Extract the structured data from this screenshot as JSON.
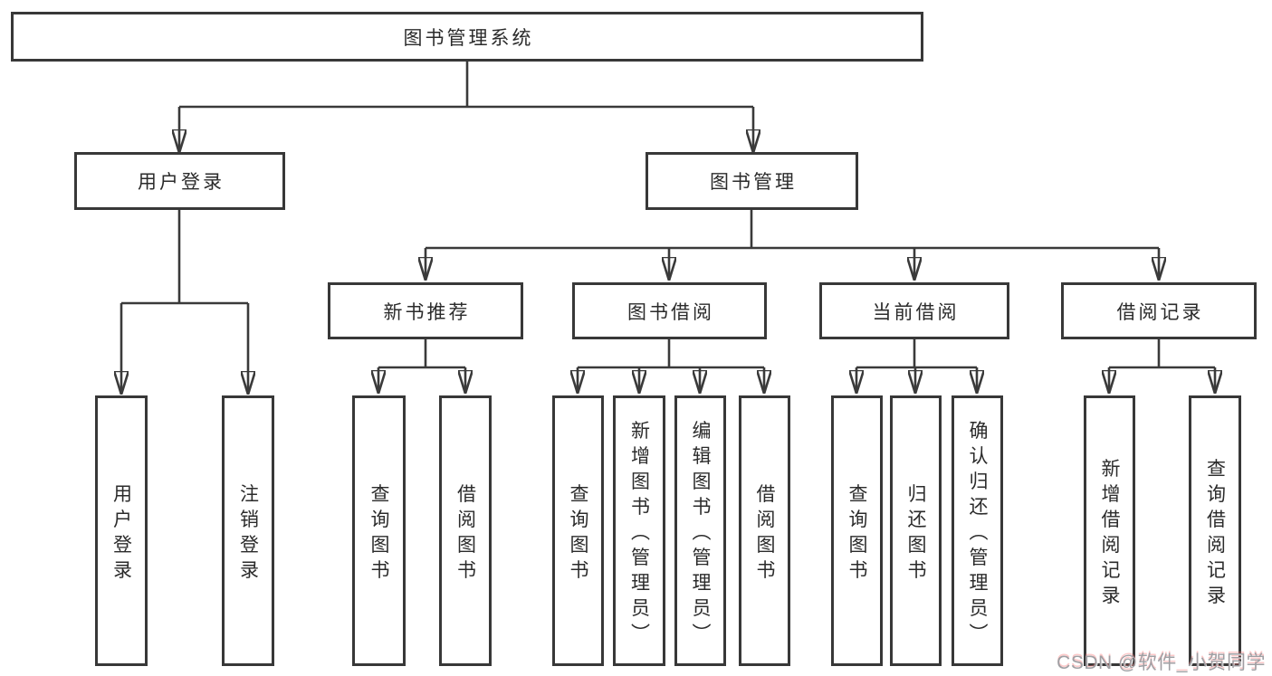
{
  "tree": {
    "root": "图书管理系统",
    "login": {
      "label": "用户登录",
      "children": [
        "用户登录",
        "注销登录"
      ]
    },
    "mgmt": {
      "label": "图书管理",
      "newbook": {
        "label": "新书推荐",
        "children": [
          "查询图书",
          "借阅图书"
        ]
      },
      "borrow": {
        "label": "图书借阅",
        "children": [
          "查询图书",
          "新增图书（管理员）",
          "编辑图书（管理员）",
          "借阅图书"
        ]
      },
      "current": {
        "label": "当前借阅",
        "children": [
          "查询图书",
          "归还图书",
          "确认归还（管理员）"
        ]
      },
      "records": {
        "label": "借阅记录",
        "children": [
          "新增借阅记录",
          "查询借阅记录"
        ]
      }
    }
  },
  "watermark": "CSDN @软件_小贺同学",
  "colors": {
    "line": "#3a3a3a",
    "box_border": "#383838",
    "text": "#2b2b2b",
    "watermark_text": "#9f9fa3",
    "background": "#ffffff"
  }
}
